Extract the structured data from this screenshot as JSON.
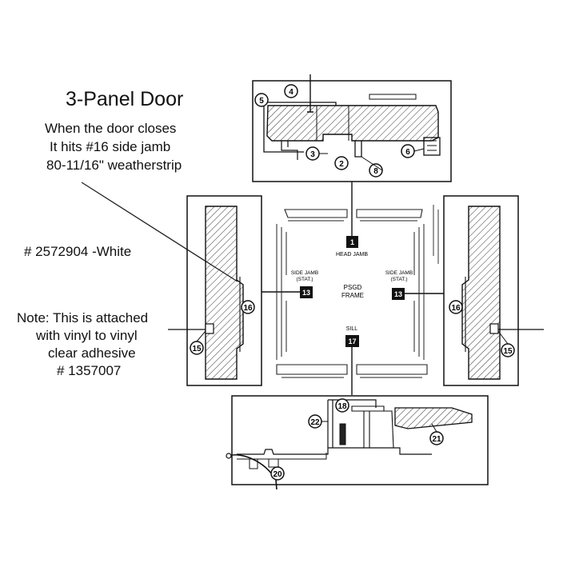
{
  "title": "3-Panel Door",
  "description_lines": [
    "When the door closes",
    "It hits #16 side jamb",
    "80-11/16\"  weatherstrip"
  ],
  "part_number": "# 2572904 -White",
  "note_lines": [
    "Note: This is attached",
    "with vinyl to vinyl",
    "clear adhesive",
    "# 1357007"
  ],
  "frame": {
    "center_label_lines": [
      "PSGD",
      "FRAME"
    ],
    "head_jamb": {
      "number": "1",
      "label": "HEAD JAMB"
    },
    "side_jamb_left": {
      "number": "13",
      "label_lines": [
        "SIDE JAMB",
        "(STAT.)"
      ]
    },
    "side_jamb_right": {
      "number": "13",
      "label_lines": [
        "SIDE JAMB",
        "(STAT.)"
      ]
    },
    "sill": {
      "number": "17",
      "label": "SILL"
    }
  },
  "callouts": {
    "head": [
      "4",
      "5",
      "3",
      "2",
      "8",
      "6"
    ],
    "left": [
      "16",
      "15"
    ],
    "right": [
      "16",
      "15"
    ],
    "sill": [
      "18",
      "22",
      "21",
      "20"
    ]
  }
}
